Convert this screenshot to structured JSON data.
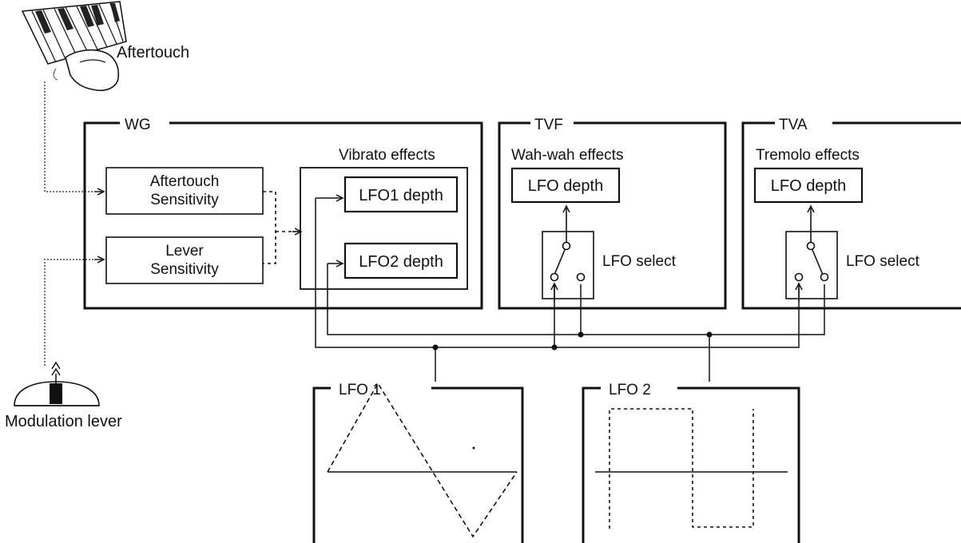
{
  "inputs": {
    "aftertouch": "Aftertouch",
    "modulation_lever": "Modulation lever"
  },
  "wg": {
    "title": "WG",
    "aftertouch_sensitivity": [
      "Aftertouch",
      "Sensitivity"
    ],
    "lever_sensitivity": [
      "Lever",
      "Sensitivity"
    ],
    "vibrato_title": "Vibrato effects",
    "lfo1_depth": "LFO1 depth",
    "lfo2_depth": "LFO2 depth"
  },
  "tvf": {
    "title": "TVF",
    "effects_title": "Wah-wah effects",
    "depth": "LFO depth",
    "select": "LFO select"
  },
  "tva": {
    "title": "TVA",
    "effects_title": "Tremolo effects",
    "depth": "LFO depth",
    "select": "LFO select"
  },
  "lfo1": {
    "title": "LFO 1",
    "waveform": "triangle"
  },
  "lfo2": {
    "title": "LFO 2",
    "waveform": "square"
  },
  "colors": {
    "line": "#111111",
    "background": "#ffffff"
  }
}
